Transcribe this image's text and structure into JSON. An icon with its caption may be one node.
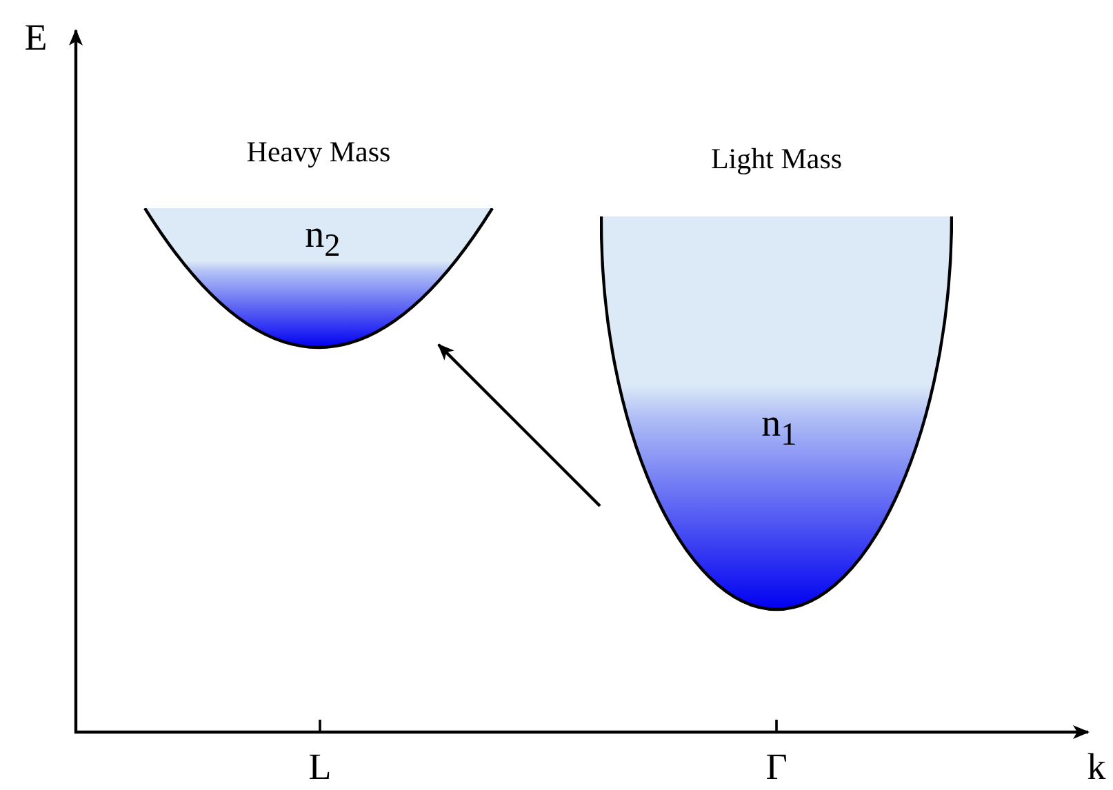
{
  "diagram": {
    "nodes": [
      {
        "text": [
          "Heavy Mass",
          "n$_{2}$"
        ]
      },
      {
        "text": [
          "Light Mass",
          "n$_{1}$"
        ]
      }
    ],
    "edges": [
      {
        "from": 1,
        "to": 0,
        "arrow": "to"
      }
    ],
    "labels": [
      "E",
      "k",
      "L",
      "Γ"
    ]
  }
}
